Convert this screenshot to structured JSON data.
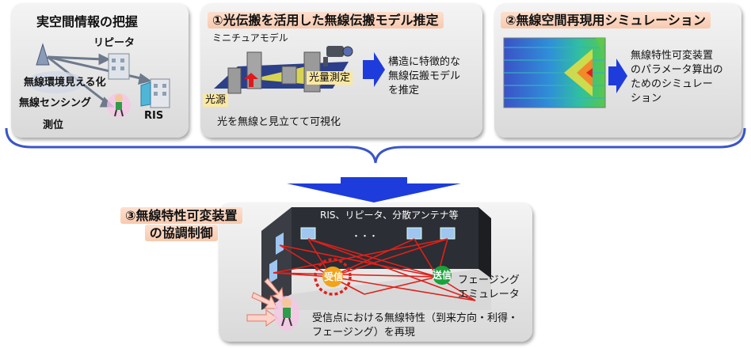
{
  "panel1": {
    "title": "実空間情報の把握",
    "labels": {
      "repeater": "リピータ",
      "visualize": "無線環境見える化",
      "sensing": "無線センシング",
      "positioning": "測位",
      "ris": "RIS"
    }
  },
  "panel2": {
    "title": "①光伝搬を活用した無線伝搬モデル推定",
    "miniature": "ミニチュアモデル",
    "light_source": "光源",
    "light_measure": "光量測定",
    "caption": "光を無線と見立てて可視化",
    "result_lines": [
      "構造に特徴的な",
      "無線伝搬モデル",
      "を推定"
    ]
  },
  "panel3": {
    "title": "②無線空間再現用シミュレーション",
    "description_lines": [
      "無線特性可変装置",
      "のパラメータ算出の",
      "ためのシミュレー",
      "ション"
    ]
  },
  "panel4": {
    "title_lines": [
      "③無線特性可変装置",
      "の協調制御"
    ],
    "ceiling_label": "RIS、リピータ、分散アンテナ等",
    "dots": "・・・",
    "rx": "受信",
    "tx": "送信",
    "fading_lines": [
      "フェージング",
      "エミュレータ"
    ],
    "bottom_lines": [
      "受信点における無線特性（到来方向・利得・",
      "フェージング）を再現"
    ]
  },
  "colors": {
    "arrow_blue": "#1e3cdc",
    "brace_blue": "#3a55c8",
    "highlight": "#f8c9ae",
    "rx_orange": "#f2a31a",
    "tx_green": "#1aa13a",
    "signal_red": "#e0201a"
  }
}
